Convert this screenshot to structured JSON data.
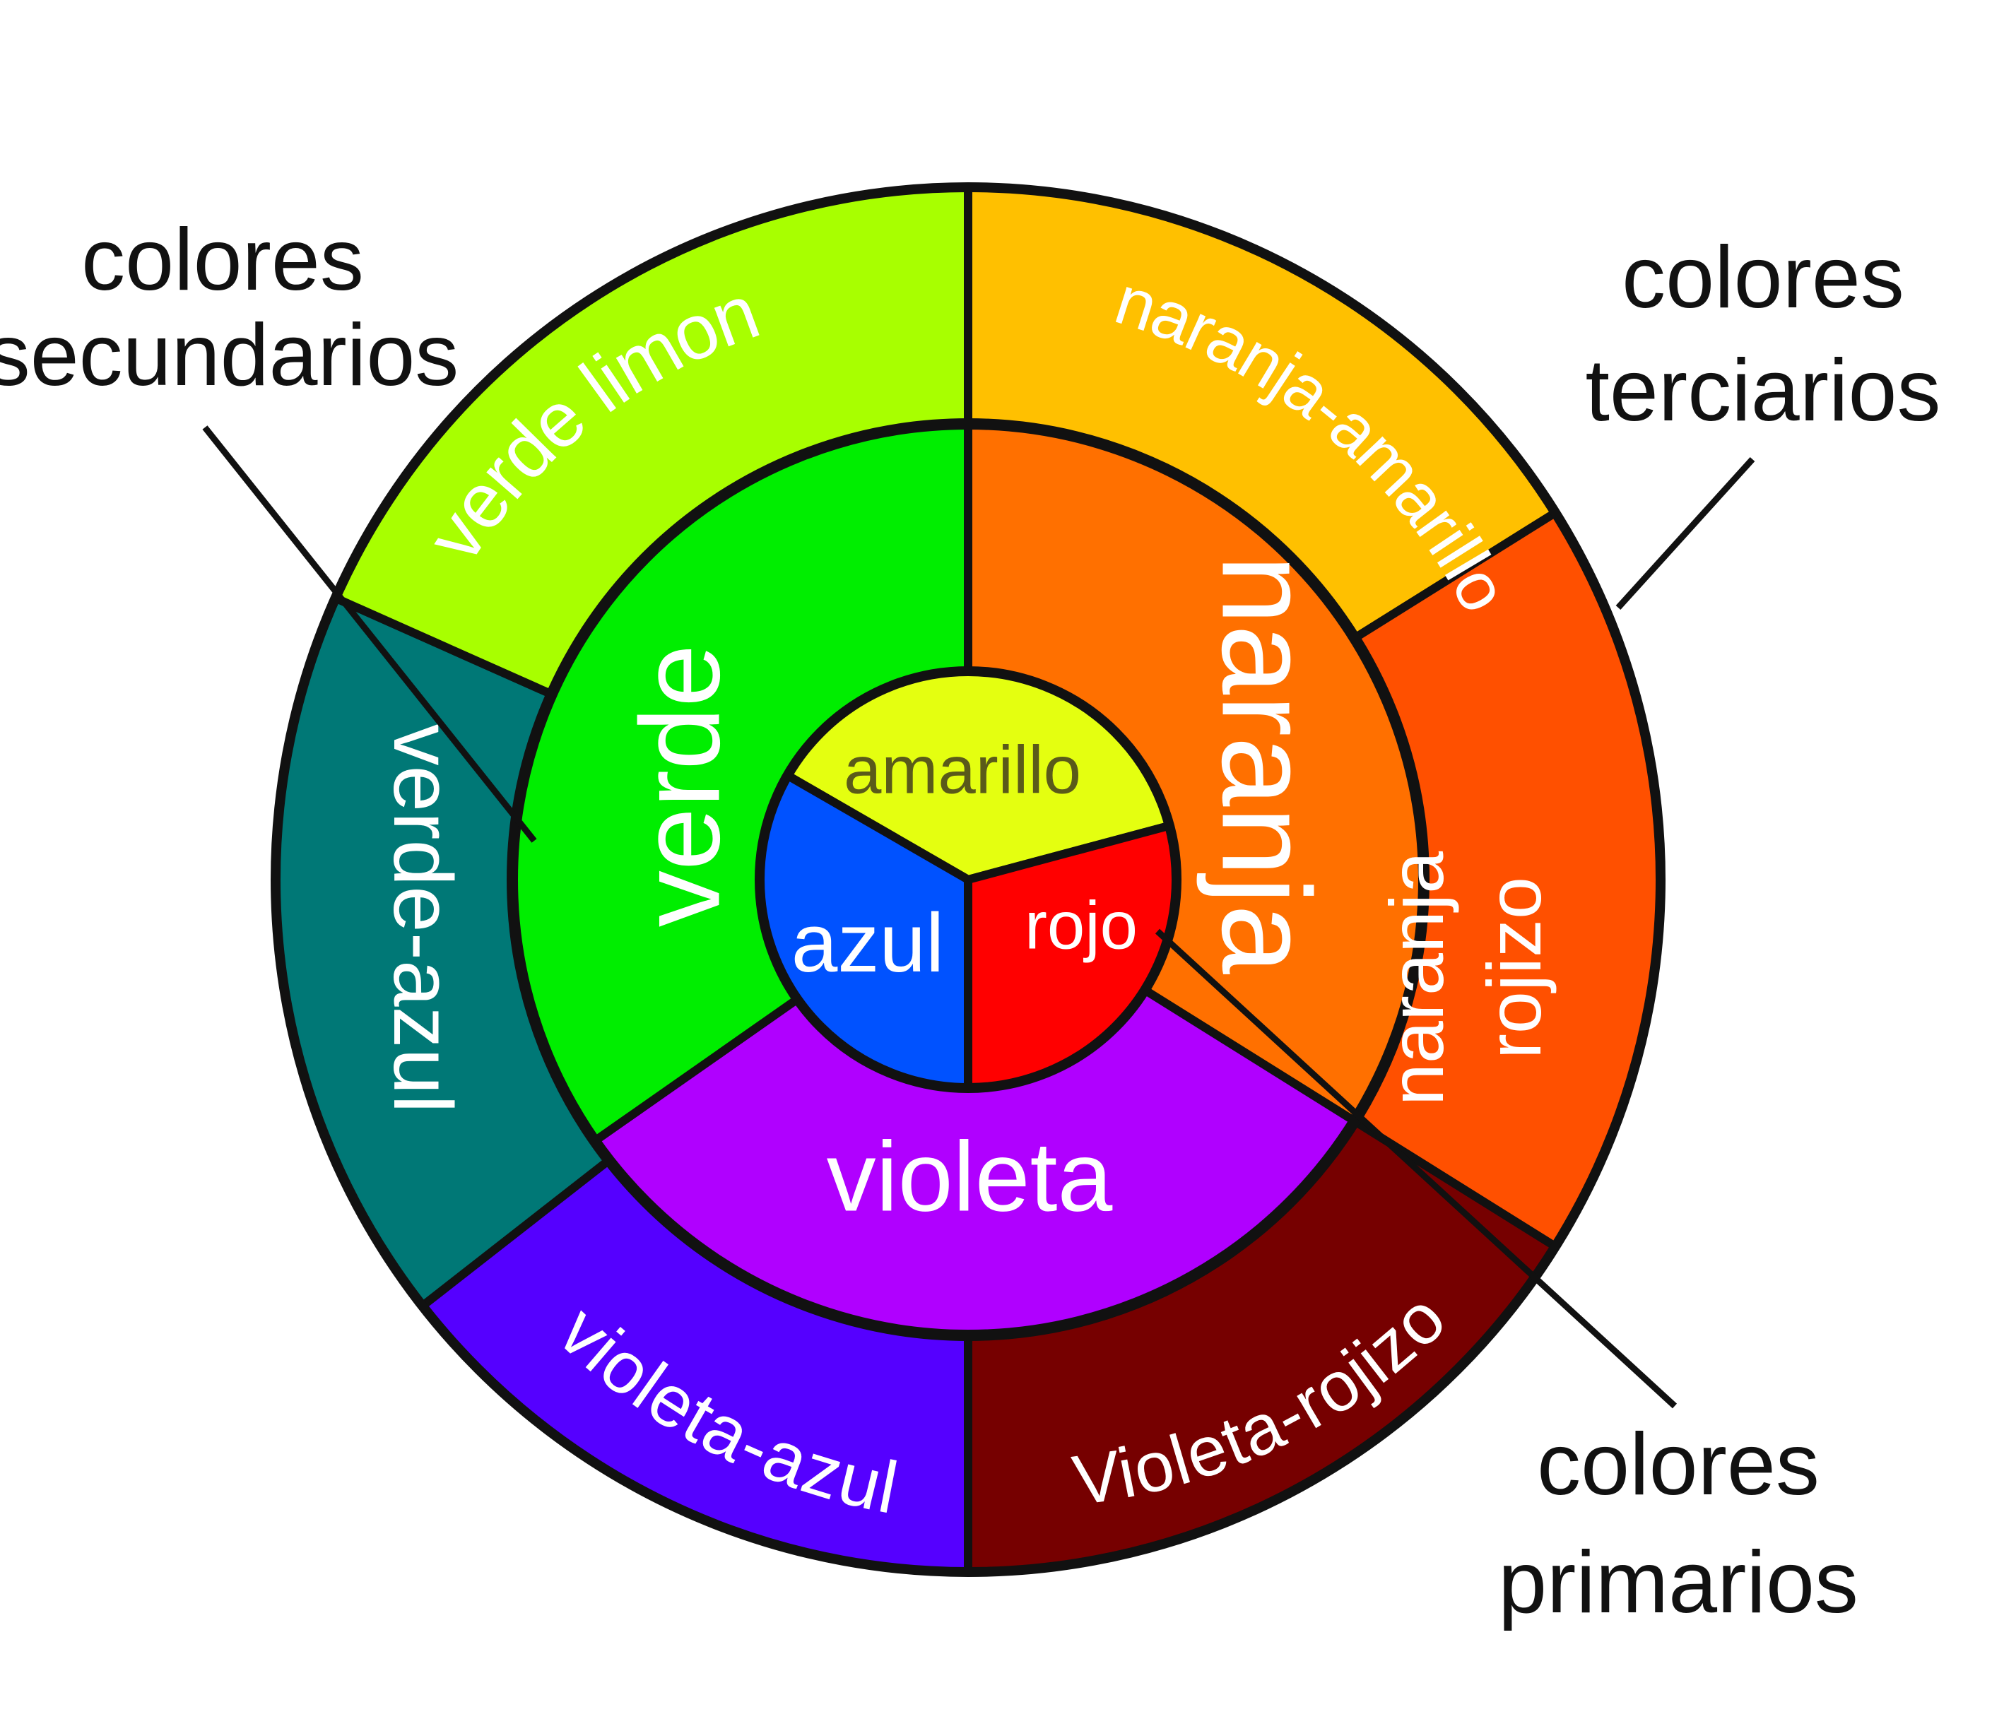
{
  "primary": [
    {
      "key": "amarillo",
      "label": "amarillo",
      "color": "#e4ff10",
      "text_color": "#5a5a1a"
    },
    {
      "key": "rojo",
      "label": "rojo",
      "color": "#ff0000",
      "text_color": "#ffffff"
    },
    {
      "key": "azul",
      "label": "azul",
      "color": "#0052ff",
      "text_color": "#ffffff"
    }
  ],
  "secondary": [
    {
      "key": "naranja",
      "label": "naranja",
      "color": "#ff7000",
      "text_color": "#ffffff"
    },
    {
      "key": "violeta",
      "label": "violeta",
      "color": "#b000ff",
      "text_color": "#ffffff"
    },
    {
      "key": "verde",
      "label": "verde",
      "color": "#00ee00",
      "text_color": "#ffffff"
    }
  ],
  "tertiary": [
    {
      "key": "naranja-amarillo",
      "label": "naranja-amarillo",
      "color": "#ffc000",
      "text_color": "#ffffff"
    },
    {
      "key": "naranja-rojizo",
      "label": "naranja rojizo",
      "line1": "naranja",
      "line2": "rojizo",
      "color": "#ff5000",
      "text_color": "#ffffff"
    },
    {
      "key": "violeta-rojizo",
      "label": "Violeta-rojizo",
      "color": "#760000",
      "text_color": "#ffffff"
    },
    {
      "key": "violeta-azul",
      "label": "violeta-azul",
      "color": "#5500ff",
      "text_color": "#ffffff"
    },
    {
      "key": "verde-azul",
      "label": "verde-azul",
      "color": "#007876",
      "text_color": "#ffffff"
    },
    {
      "key": "verde-limon",
      "label": "verde limon",
      "color": "#a8ff00",
      "text_color": "#ffffff"
    }
  ],
  "callouts": {
    "secundarios": {
      "line1": "colores",
      "line2": "secundarios"
    },
    "terciarios": {
      "line1": "colores",
      "line2": "terciarios"
    },
    "primarios": {
      "line1": "colores",
      "line2": "primarios"
    }
  }
}
